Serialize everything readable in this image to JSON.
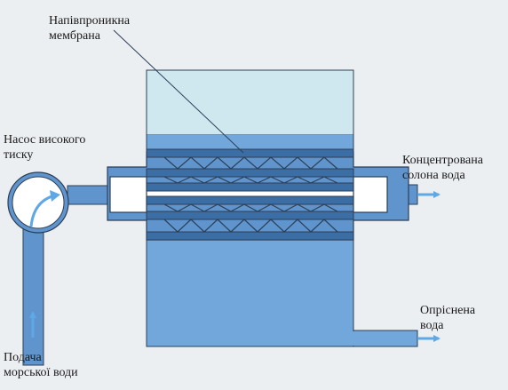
{
  "labels": {
    "membrane": [
      "Напівпроникна",
      "мембрана"
    ],
    "pump": [
      "Насос високого",
      "тиску"
    ],
    "concentrate": [
      "Концентрована",
      "солона вода"
    ],
    "fresh": [
      "Опріснена",
      "вода"
    ],
    "seawater": [
      "Подача",
      "морської води"
    ]
  },
  "colors": {
    "background": "#eceff2",
    "water_light": "#cfe8f0",
    "water": "#72a7dc",
    "water_dark": "#5f94cc",
    "outline": "#2c3f57",
    "membrane_band": "#3c6ea6",
    "arrow": "#5fa8e6"
  }
}
